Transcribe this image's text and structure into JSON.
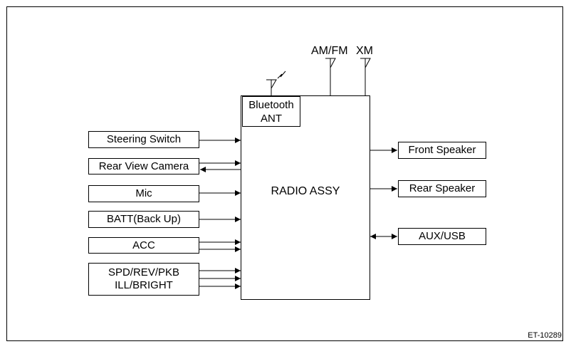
{
  "radio": {
    "label": "RADIO ASSY",
    "bluetooth": "Bluetooth\nANT"
  },
  "antennas": {
    "amfm": "AM/FM",
    "xm": "XM"
  },
  "inputs": {
    "steering": "Steering Switch",
    "camera": "Rear View Camera",
    "mic": "Mic",
    "batt": "BATT(Back Up)",
    "acc": "ACC",
    "spd": "SPD/REV/PKB\nILL/BRIGHT"
  },
  "outputs": {
    "front": "Front Speaker",
    "rear": "Rear Speaker",
    "aux": "AUX/USB"
  },
  "reference": "ET-10289"
}
